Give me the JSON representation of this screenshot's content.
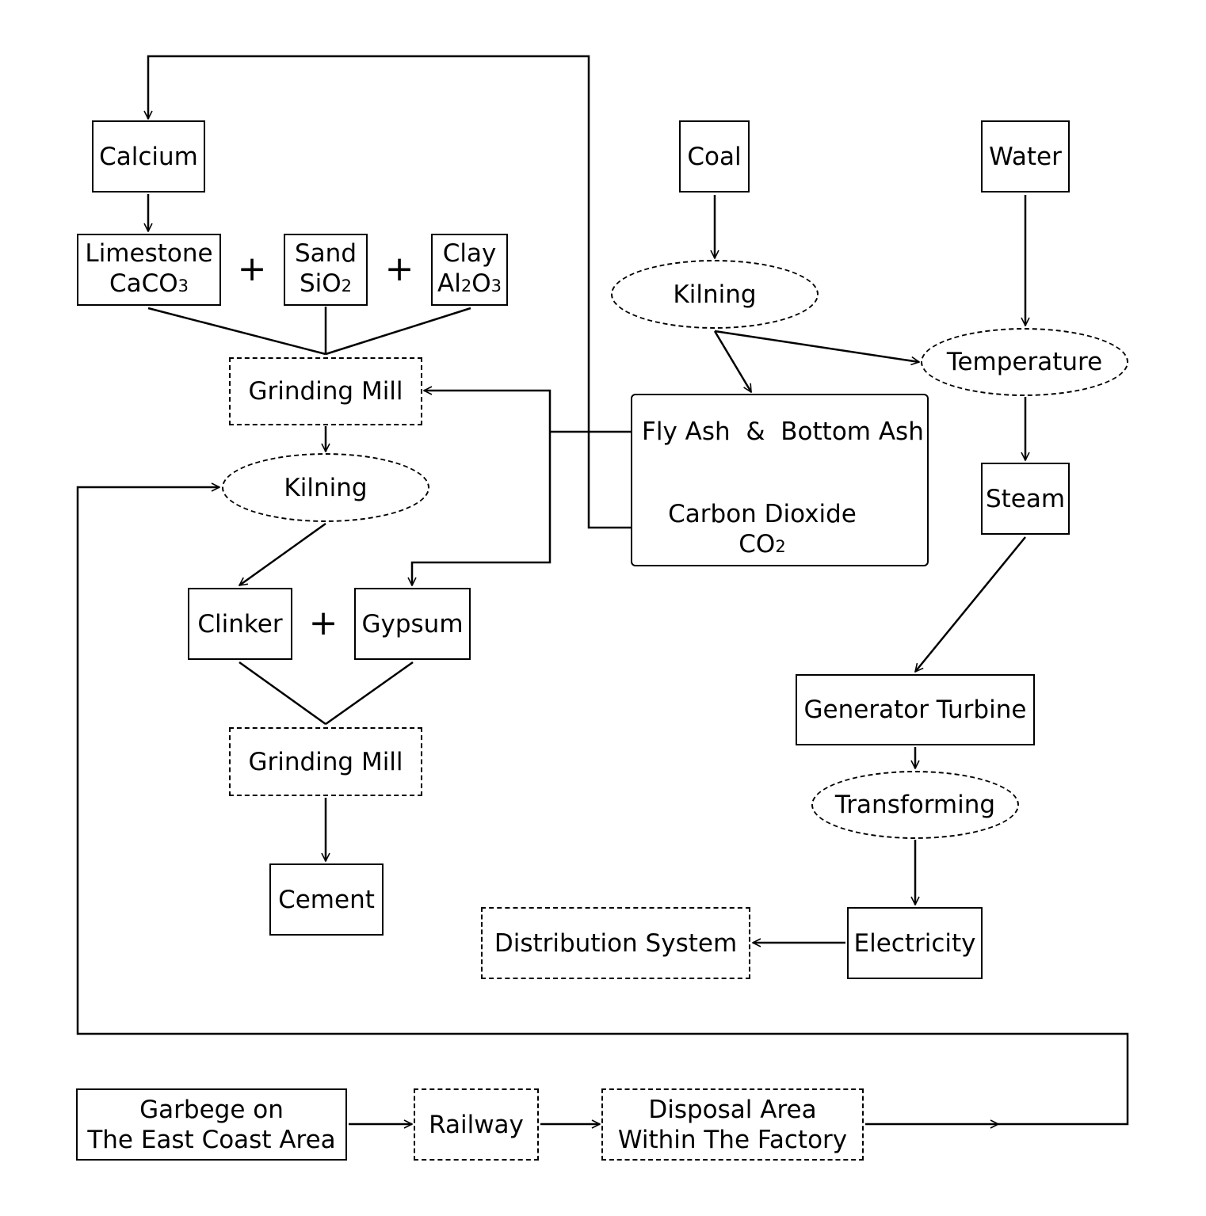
{
  "calcium": "Calcium",
  "limestone": {
    "line1": "Limestone",
    "formula_a": "CaCO",
    "formula_sub": "3"
  },
  "sand": {
    "line1": "Sand",
    "formula_a": "SiO",
    "formula_sub": "2"
  },
  "clay": {
    "line1": "Clay",
    "formula_a": "Al",
    "formula_sub1": "2",
    "formula_b": "O",
    "formula_sub2": "3"
  },
  "plus": "+",
  "grinding_mill": "Grinding Mill",
  "kilning": "Kilning",
  "clinker": "Clinker",
  "gypsum": "Gypsum",
  "cement": "Cement",
  "coal": "Coal",
  "water": "Water",
  "temperature": "Temperature",
  "steam": "Steam",
  "ash": {
    "fly": "Fly Ash",
    "amp": "&",
    "bottom": "Bottom Ash"
  },
  "co2": {
    "line1": "Carbon Dioxide",
    "formula_a": "CO",
    "formula_sub": "2"
  },
  "generator_turbine": "Generator Turbine",
  "transforming": "Transforming",
  "electricity": "Electricity",
  "distribution_system": "Distribution System",
  "garbage": {
    "line1": "Garbege on",
    "line2": "The East Coast Area"
  },
  "railway": "Railway",
  "disposal": {
    "line1": "Disposal Area",
    "line2": "Within The Factory"
  }
}
